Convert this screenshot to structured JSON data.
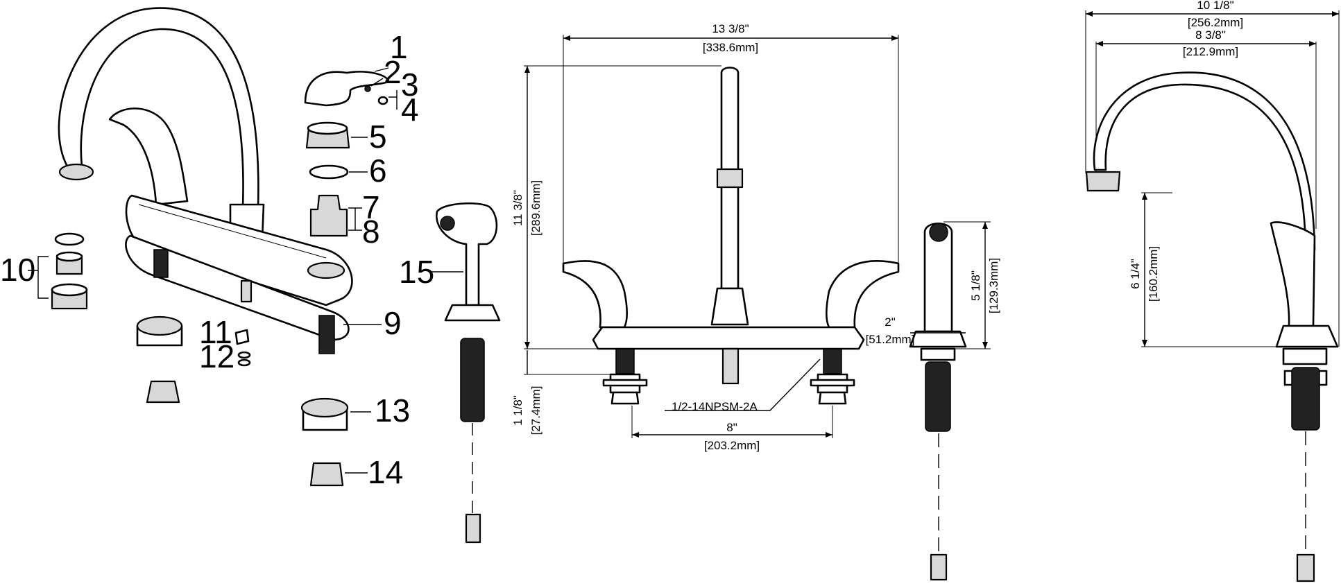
{
  "part_numbers": [
    "1",
    "2",
    "3",
    "4",
    "5",
    "6",
    "7",
    "8",
    "9",
    "10",
    "11",
    "12",
    "13",
    "14",
    "15"
  ],
  "dimensions": {
    "front_width": {
      "in": "13 3/8\"",
      "mm": "[338.6mm]"
    },
    "front_height": {
      "in": "11 3/8\"",
      "mm": "[289.6mm]"
    },
    "shank_length": {
      "in": "1 1/8\"",
      "mm": "[27.4mm]"
    },
    "thread_spec": "1/2-14NPSM-2A",
    "center_spread": {
      "in": "8\"",
      "mm": "[203.2mm]"
    },
    "sprayer_base": {
      "in": "2\"",
      "mm": "[51.2mm]"
    },
    "sprayer_height": {
      "in": "5 1/8\"",
      "mm": "[129.3mm]"
    },
    "side_overall": {
      "in": "10 1/8\"",
      "mm": "[256.2mm]"
    },
    "side_reach": {
      "in": "8 3/8\"",
      "mm": "[212.9mm]"
    },
    "spout_height": {
      "in": "6 1/4\"",
      "mm": "[160.2mm]"
    }
  }
}
